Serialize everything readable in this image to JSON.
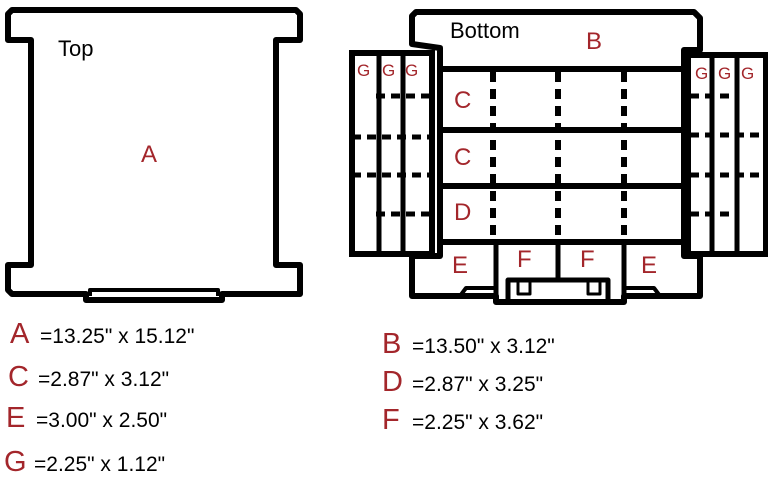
{
  "top_view": {
    "title": "Top",
    "region_label": "A"
  },
  "bottom_view": {
    "title": "Bottom",
    "regions": {
      "B": "B",
      "C1": "C",
      "C2": "C",
      "D": "D",
      "E_left": "E",
      "F_left": "F",
      "F_right": "F",
      "E_right": "E",
      "G_left": [
        "G",
        "G",
        "G"
      ],
      "G_right": [
        "G",
        "G",
        "G"
      ]
    }
  },
  "legend": {
    "left": [
      {
        "letter": "A",
        "dims": "=13.25\" x 15.12\""
      },
      {
        "letter": "C",
        "dims": "=2.87\" x 3.12\""
      },
      {
        "letter": "E",
        "dims": "=3.00\" x 2.50\""
      },
      {
        "letter": "G",
        "dims": "=2.25\" x 1.12\""
      }
    ],
    "right": [
      {
        "letter": "B",
        "dims": "=13.50\" x 3.12\""
      },
      {
        "letter": "D",
        "dims": "=2.87\" x 3.25\""
      },
      {
        "letter": "F",
        "dims": "=2.25\" x 3.62\""
      }
    ]
  },
  "colors": {
    "label_red": "#a3262b",
    "outline": "#000000"
  }
}
